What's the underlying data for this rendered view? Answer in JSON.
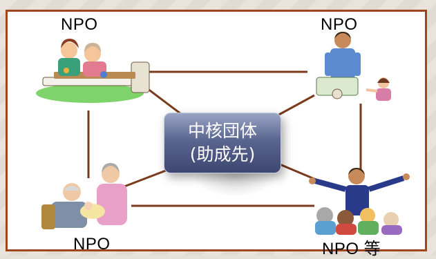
{
  "nodes": {
    "top_left": {
      "label": "NPO"
    },
    "top_right": {
      "label": "NPO"
    },
    "bottom_left": {
      "label": "NPO"
    },
    "bottom_right": {
      "label": "NPO 等"
    }
  },
  "hub": {
    "line1": "中核団体",
    "line2": "(助成先)"
  },
  "colors": {
    "frame": "#a0461c",
    "connector": "#7a3a1c",
    "hub_top": "#9aa4c4",
    "hub_bottom": "#3c4670"
  },
  "illustrations": {
    "top_left": "family-meal-clipart",
    "top_right": "parent-baby-stroller-clipart",
    "bottom_left": "grandparents-baby-clipart",
    "bottom_right": "speaker-audience-clipart"
  }
}
